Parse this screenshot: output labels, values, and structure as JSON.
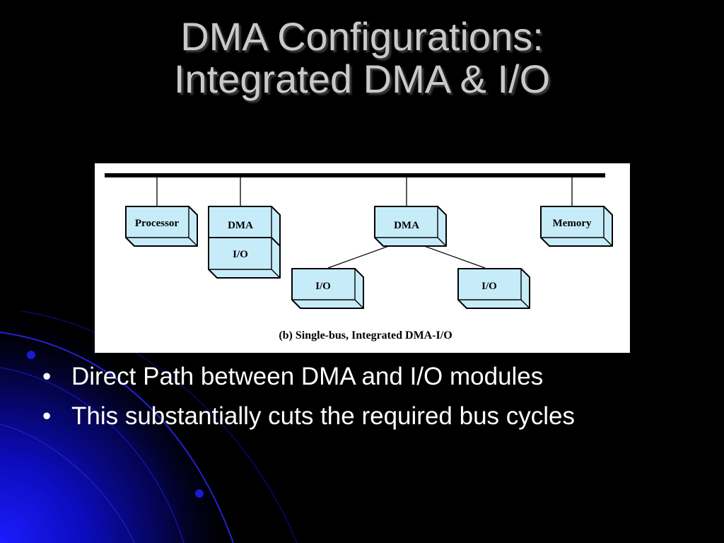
{
  "slide": {
    "title_line1": "DMA Configurations:",
    "title_line2": "Integrated DMA & I/O"
  },
  "diagram": {
    "processor_label": "Processor",
    "dma1_label": "DMA",
    "io1_label": "I/O",
    "dma2_label": "DMA",
    "io2_label": "I/O",
    "io3_label": "I/O",
    "memory_label": "Memory",
    "caption": "(b) Single-bus, Integrated DMA-I/O",
    "box_color": "#c7ecf9"
  },
  "bullets": {
    "marker": "•",
    "item1": "Direct Path between DMA and I/O modules",
    "item2": "This substantially cuts the required bus cycles"
  },
  "theme": {
    "background": "#000000",
    "accent_blue": "#1a1aff",
    "title_color": "#c9c9c9",
    "text_color": "#ffffff"
  }
}
